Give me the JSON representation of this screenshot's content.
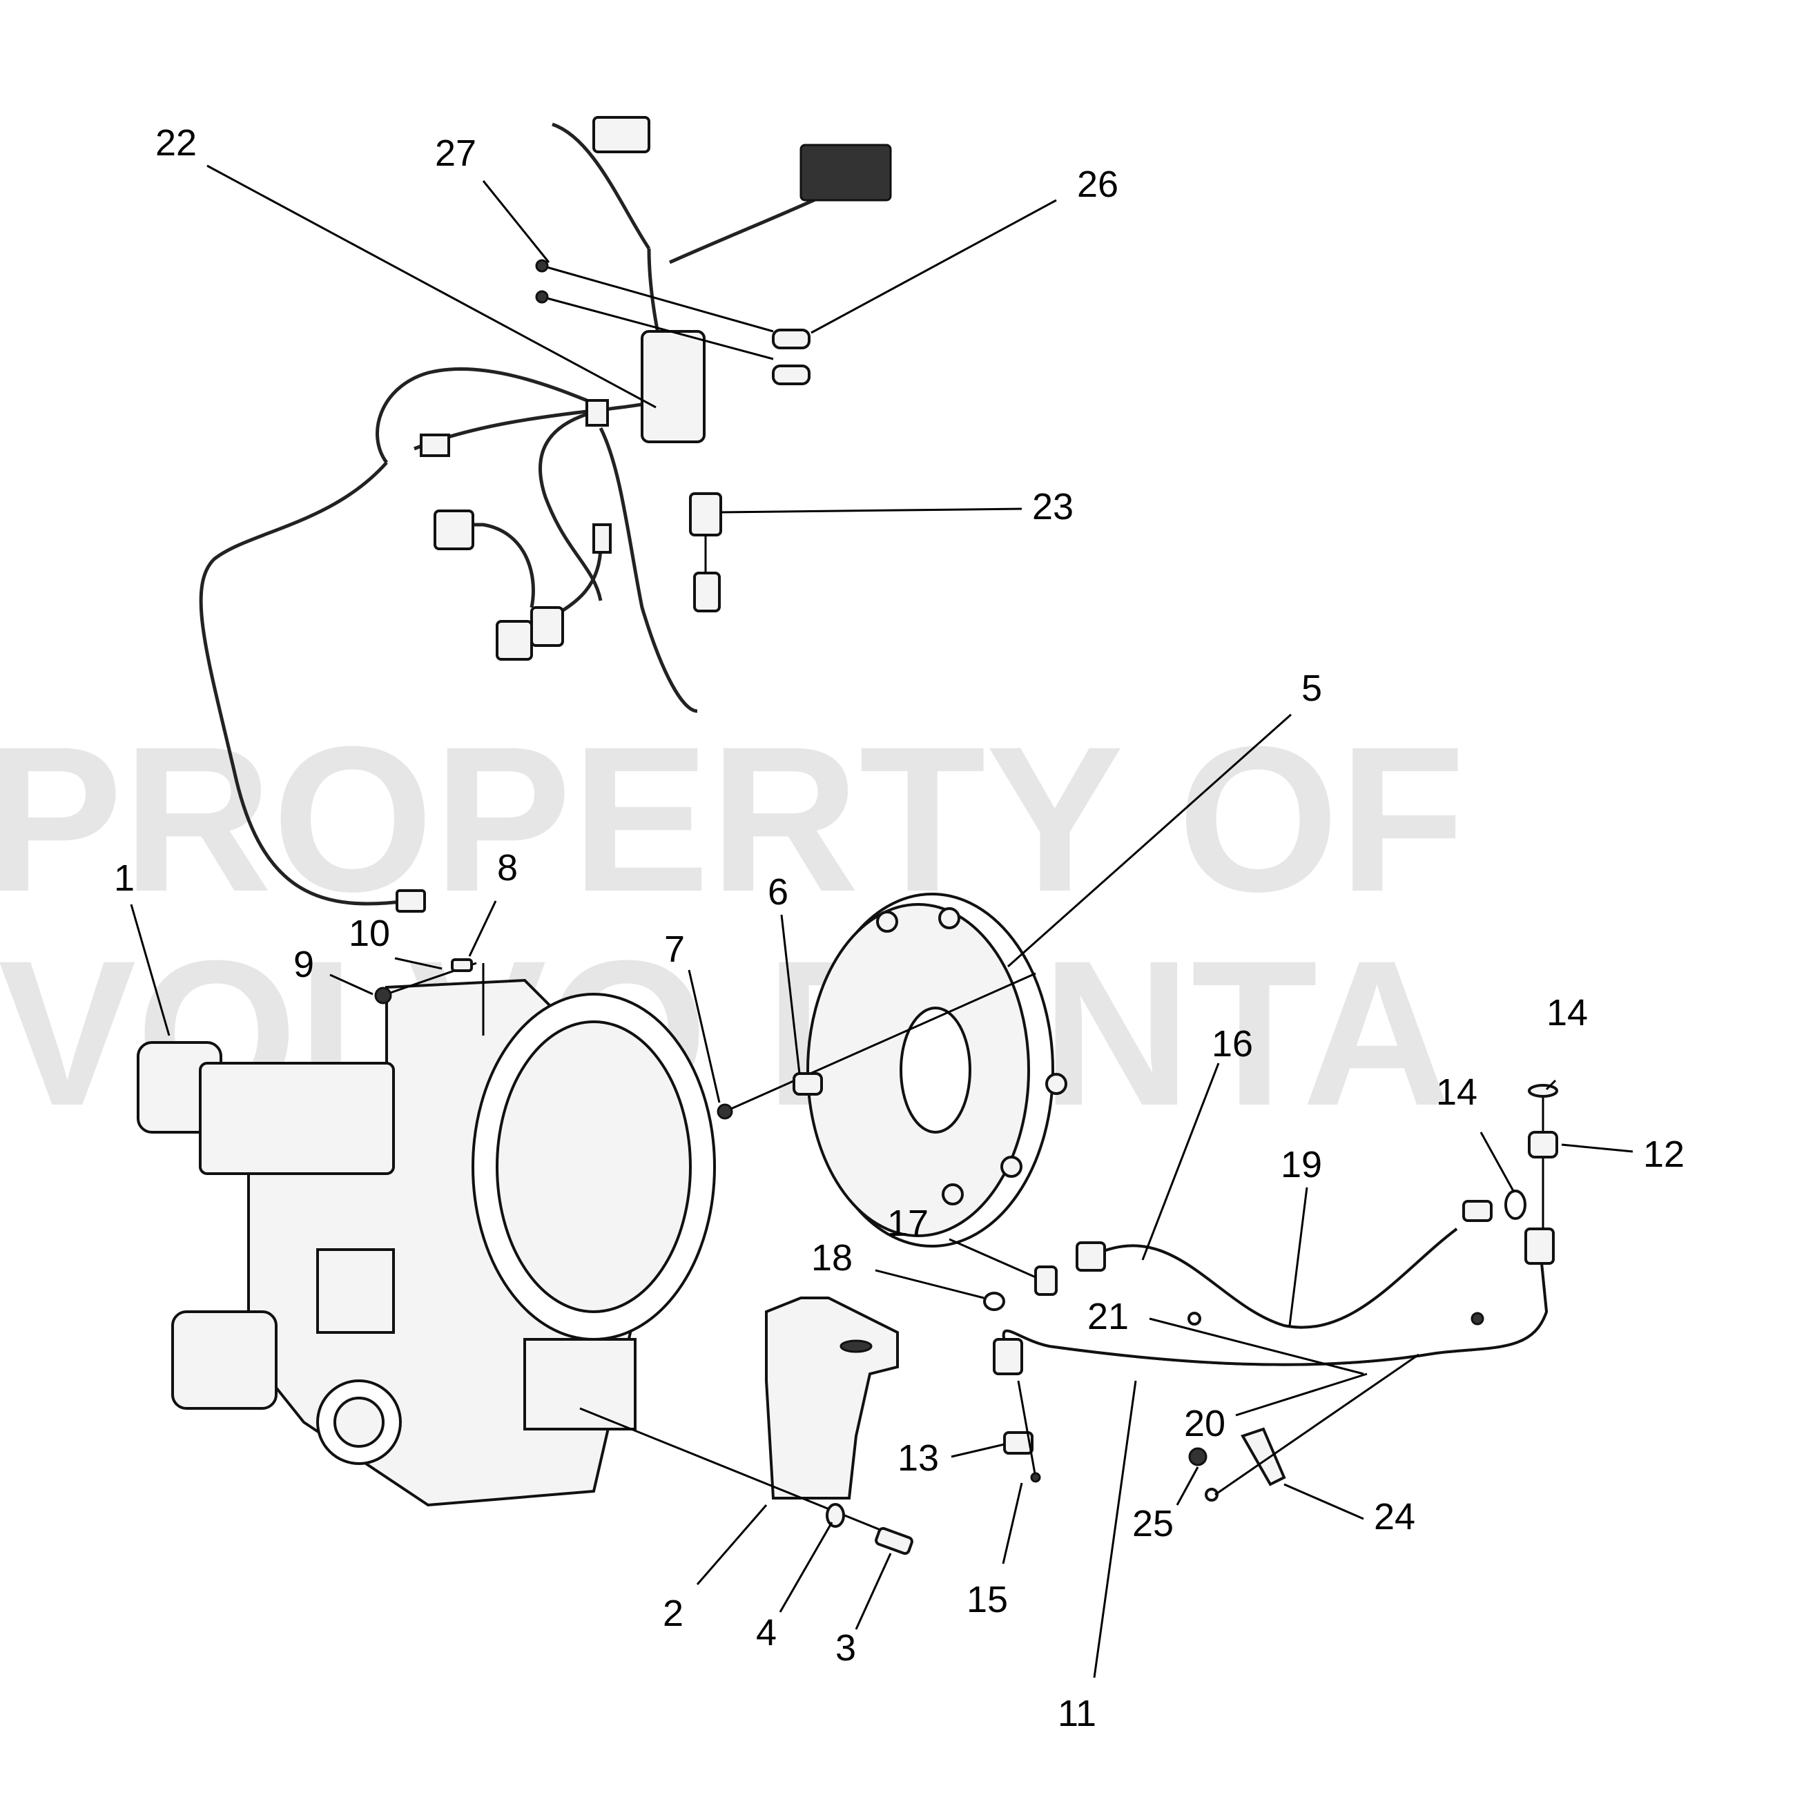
{
  "watermark": {
    "line1": "PROPERTY OF",
    "line2": "VOLVO PENTA"
  },
  "callouts": {
    "c1": "1",
    "c2": "2",
    "c3": "3",
    "c4": "4",
    "c5": "5",
    "c6": "6",
    "c7": "7",
    "c8": "8",
    "c9": "9",
    "c10": "10",
    "c11": "11",
    "c12": "12",
    "c13": "13",
    "c14a": "14",
    "c14b": "14",
    "c15": "15",
    "c16": "16",
    "c17": "17",
    "c18": "18",
    "c19": "19",
    "c20": "20",
    "c21": "21",
    "c22": "22",
    "c23": "23",
    "c24": "24",
    "c25": "25",
    "c26": "26",
    "c27": "27"
  },
  "colors": {
    "ink": "#000000",
    "watermark": "#e6e6e6",
    "background": "#ffffff"
  }
}
